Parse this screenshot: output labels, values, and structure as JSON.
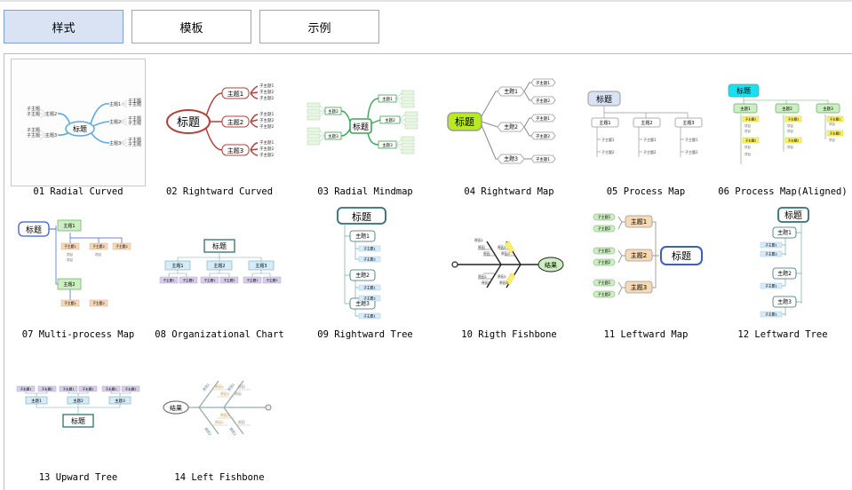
{
  "tabs": [
    {
      "label": "样式",
      "active": true
    },
    {
      "label": "模板",
      "active": false
    },
    {
      "label": "示例",
      "active": false
    }
  ],
  "gallery": {
    "selected_index": 0,
    "node_text": {
      "title": "标题",
      "main": [
        "主题1",
        "主题2",
        "主题3"
      ],
      "sub": "子主题",
      "sub1": "子主题1",
      "sub2": "子主题2",
      "result": "结果",
      "cause1": "原因1",
      "cause2": "原因2",
      "reason": "原因",
      "project": "项目"
    },
    "items": [
      {
        "caption": "01 Radial Curved"
      },
      {
        "caption": "02 Rightward Curved"
      },
      {
        "caption": "03 Radial Mindmap"
      },
      {
        "caption": "04 Rightward Map"
      },
      {
        "caption": "05 Process Map"
      },
      {
        "caption": "06 Process Map(Aligned)"
      },
      {
        "caption": "07 Multi-process Map"
      },
      {
        "caption": "08 Organizational Chart"
      },
      {
        "caption": "09 Rightward Tree"
      },
      {
        "caption": "10 Rigth Fishbone"
      },
      {
        "caption": "11 Leftward Map"
      },
      {
        "caption": "12 Leftward Tree"
      },
      {
        "caption": "13 Upward Tree"
      },
      {
        "caption": "14 Left Fishbone"
      }
    ]
  },
  "colors": {
    "tab_active_bg": "#dae3f3",
    "tab_border": "#a6a6a6",
    "curved_blue": "#5aa9e6",
    "curved_red": "#b3413a",
    "mind_green": "#3aa655",
    "lime": "#b7eb1e",
    "cyan": "#19e0f0",
    "node_blue_border": "#3a5fc8",
    "teal_border": "#2e6f73",
    "tan": "#f7d9b4",
    "light_green": "#cdeec0",
    "yellow": "#ffef6a",
    "lavender": "#d7cfe9"
  }
}
